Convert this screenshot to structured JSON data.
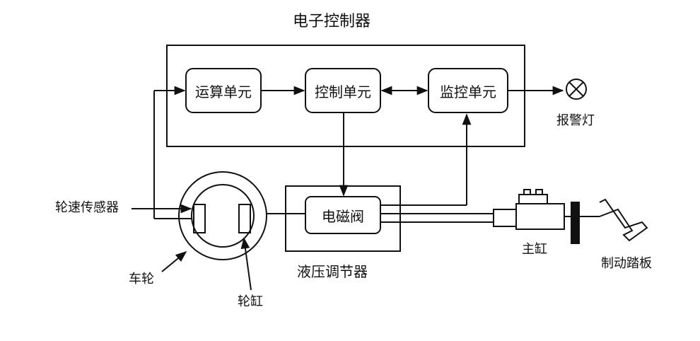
{
  "controller": {
    "title": "电子控制器"
  },
  "units": {
    "compute": "运算单元",
    "control": "控制单元",
    "monitor": "监控单元",
    "solenoid": "电磁阀"
  },
  "hydraulic_regulator": "液压调节器",
  "labels": {
    "warning_lamp": "报警灯",
    "wheel_speed_sensor": "轮速传感器",
    "wheel": "车轮",
    "wheel_cylinder": "轮缸",
    "master_cylinder": "主缸",
    "brake_pedal": "制动踏板"
  }
}
